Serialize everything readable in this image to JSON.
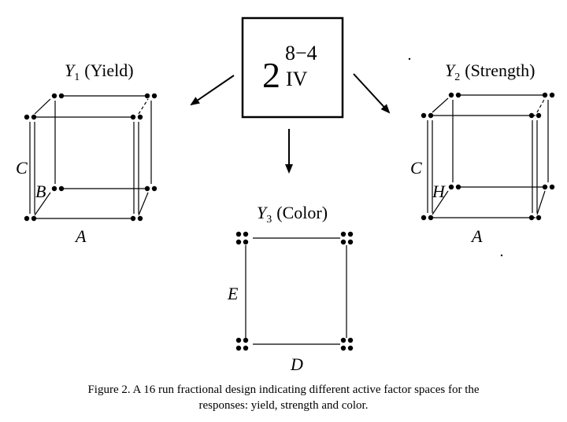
{
  "design": {
    "base": "2",
    "exponent": "8−4",
    "subscript": "IV"
  },
  "responses": {
    "yield": {
      "symbol": "Y",
      "index": "1",
      "name": "(Yield)",
      "vertical_factor": "C",
      "depth_factor": "B",
      "horizontal_factor": "A"
    },
    "strength": {
      "symbol": "Y",
      "index": "2",
      "name": "(Strength)",
      "vertical_factor": "C",
      "depth_factor": "H",
      "horizontal_factor": "A"
    },
    "color": {
      "symbol": "Y",
      "index": "3",
      "name": "(Color)",
      "vertical_factor": "E",
      "horizontal_factor": "D"
    }
  },
  "caption": {
    "line1": "Figure 2. A 16 run fractional design indicating different active factor spaces for the",
    "line2": "responses: yield, strength and color."
  }
}
